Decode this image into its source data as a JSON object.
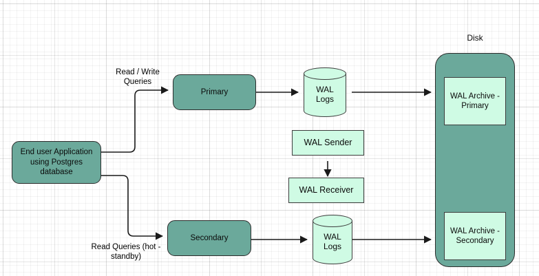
{
  "diagram": {
    "title_label": "Disk",
    "nodes": {
      "app": {
        "line1": "End user Application",
        "line2": "using Postgres database"
      },
      "primary": {
        "label": "Primary"
      },
      "secondary": {
        "label": "Secondary"
      },
      "wal_logs_primary": {
        "line1": "WAL",
        "line2": "Logs"
      },
      "wal_logs_secondary": {
        "line1": "WAL",
        "line2": "Logs"
      },
      "wal_sender": {
        "label": "WAL Sender"
      },
      "wal_receiver": {
        "label": "WAL Receiver"
      },
      "wal_archive_primary": {
        "line1": "WAL Archive -",
        "line2": "Primary"
      },
      "wal_archive_secondary": {
        "line1": "WAL Archive -",
        "line2": "Secondary"
      }
    },
    "edge_labels": {
      "read_write": {
        "line1": "Read / Write",
        "line2": "Queries"
      },
      "read_queries": {
        "line1": "Read Queries (hot -",
        "line2": "standby)"
      }
    },
    "colors": {
      "process_fill": "#6BA99B",
      "storage_fill": "#CFFBE4",
      "stroke": "#2b2b2b",
      "background": "#ffffff",
      "grid": "#e8e8e8"
    }
  }
}
